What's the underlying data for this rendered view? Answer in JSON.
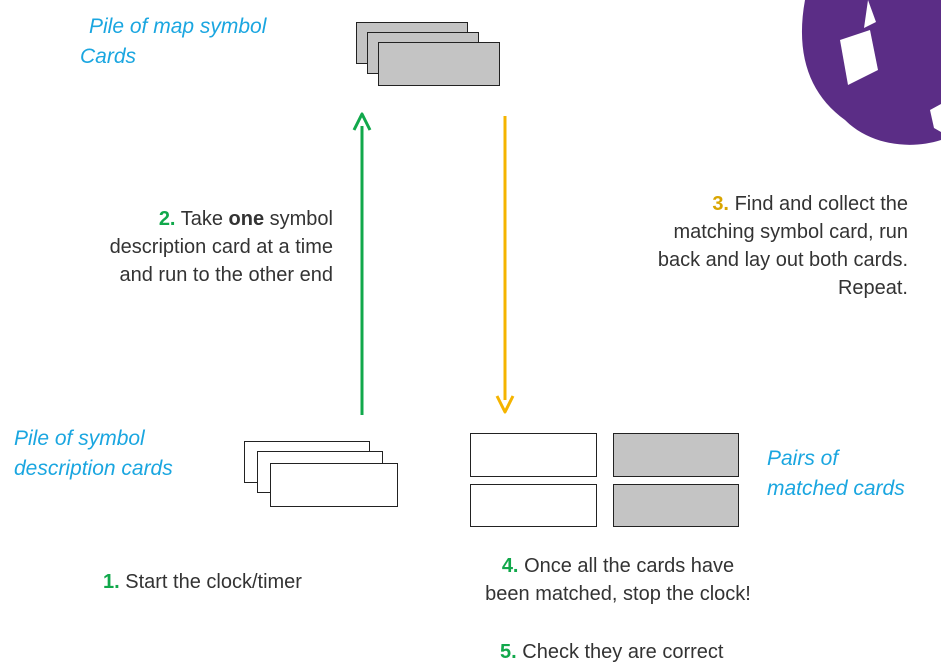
{
  "labels": {
    "map_pile": [
      "Pile of map symbol",
      "Cards"
    ],
    "desc_pile": [
      "Pile of symbol",
      "description cards"
    ],
    "pairs": [
      "Pairs of",
      "matched cards"
    ]
  },
  "steps": [
    {
      "num": "1.",
      "lines": [
        "Start the clock/timer"
      ]
    },
    {
      "num": "2.",
      "pre": "Take",
      "bold": "one",
      "post": "symbol",
      "lines": [
        "description card at a time",
        "and run to the other end"
      ]
    },
    {
      "num": "3.",
      "first": "Find and collect the",
      "lines": [
        "matching symbol card, run",
        "back and lay out both cards.",
        "Repeat."
      ]
    },
    {
      "num": "4.",
      "first": "Once all the cards have",
      "lines": [
        "been matched, stop the clock!"
      ]
    },
    {
      "num": "5.",
      "lines": [
        "Check they are correct"
      ]
    }
  ],
  "colors": {
    "step_number": "#11a84b",
    "arrow_up": "#11a84b",
    "arrow_down": "#f5b400",
    "label": "#1aa6e0",
    "globe": "#5b2d86",
    "card_grey": "#c4c4c4"
  },
  "icons": [
    "arrow-up-icon",
    "arrow-down-icon",
    "globe-icon"
  ]
}
